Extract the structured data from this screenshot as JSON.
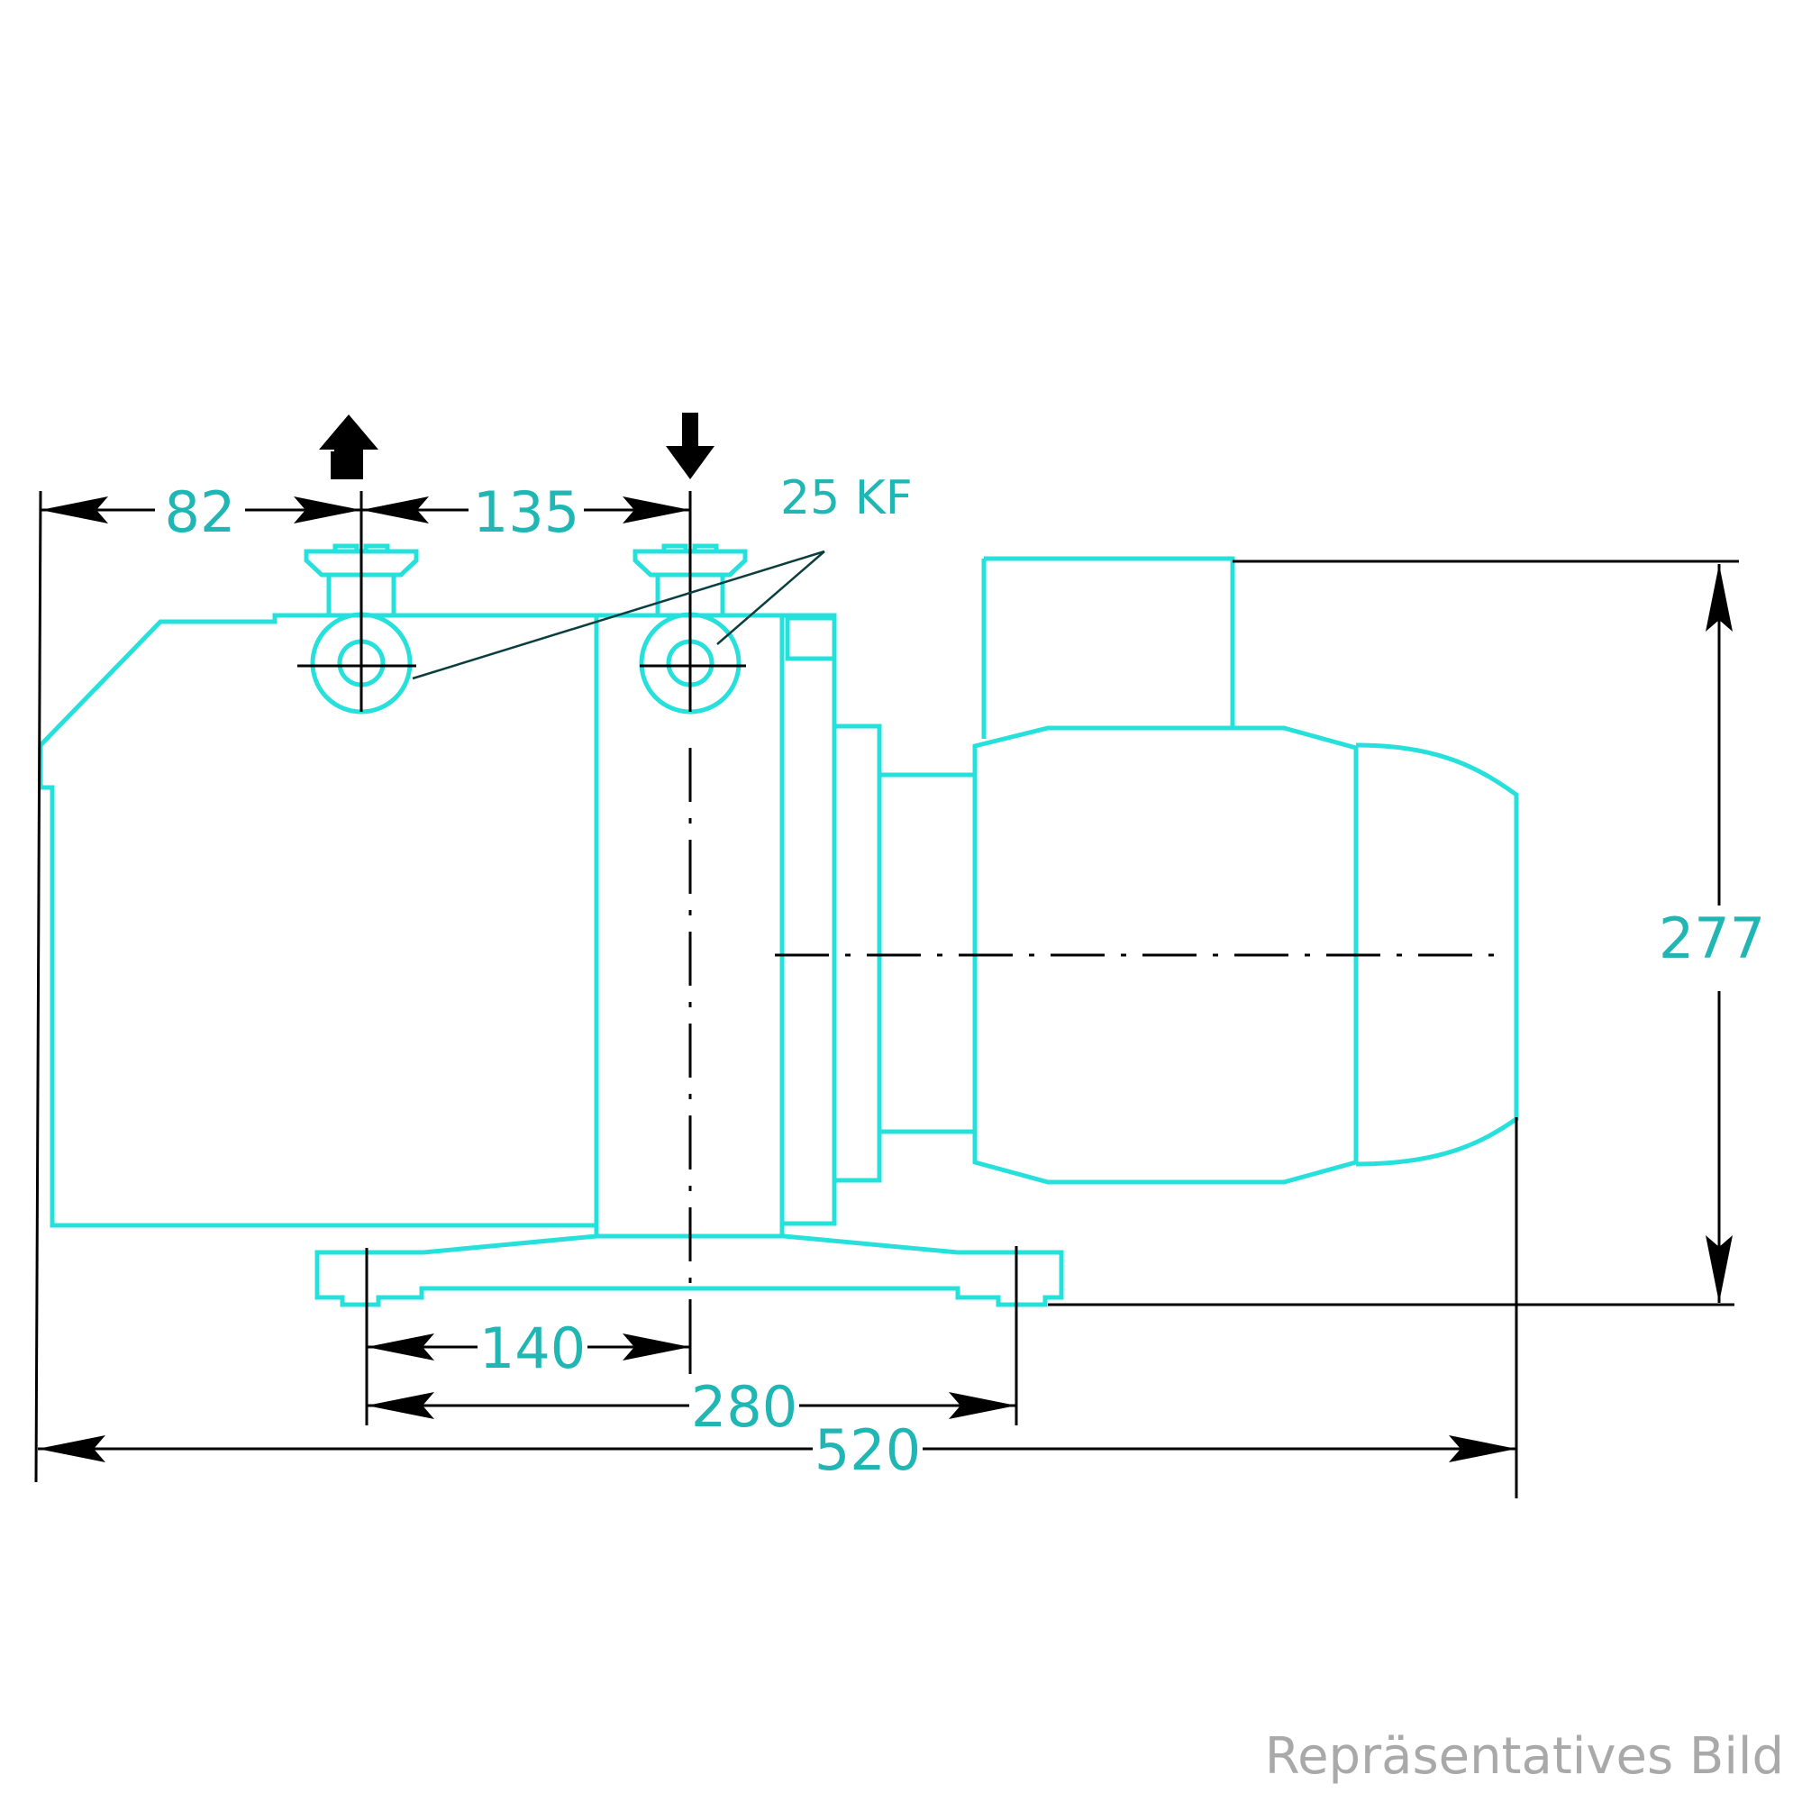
{
  "dimensions": {
    "d82": "82",
    "d135": "135",
    "d140": "140",
    "d280": "280",
    "d520": "520",
    "d277": "277"
  },
  "flange_note": "25 KF",
  "caption": "Repräsentatives Bild",
  "colors": {
    "outline": "#26e0dc",
    "dimension_text": "#20b6b4",
    "caption": "#a9a9a9",
    "lines": "#000000"
  },
  "icons": {
    "exhaust": "up-arrow-icon",
    "inlet": "down-arrow-icon"
  }
}
